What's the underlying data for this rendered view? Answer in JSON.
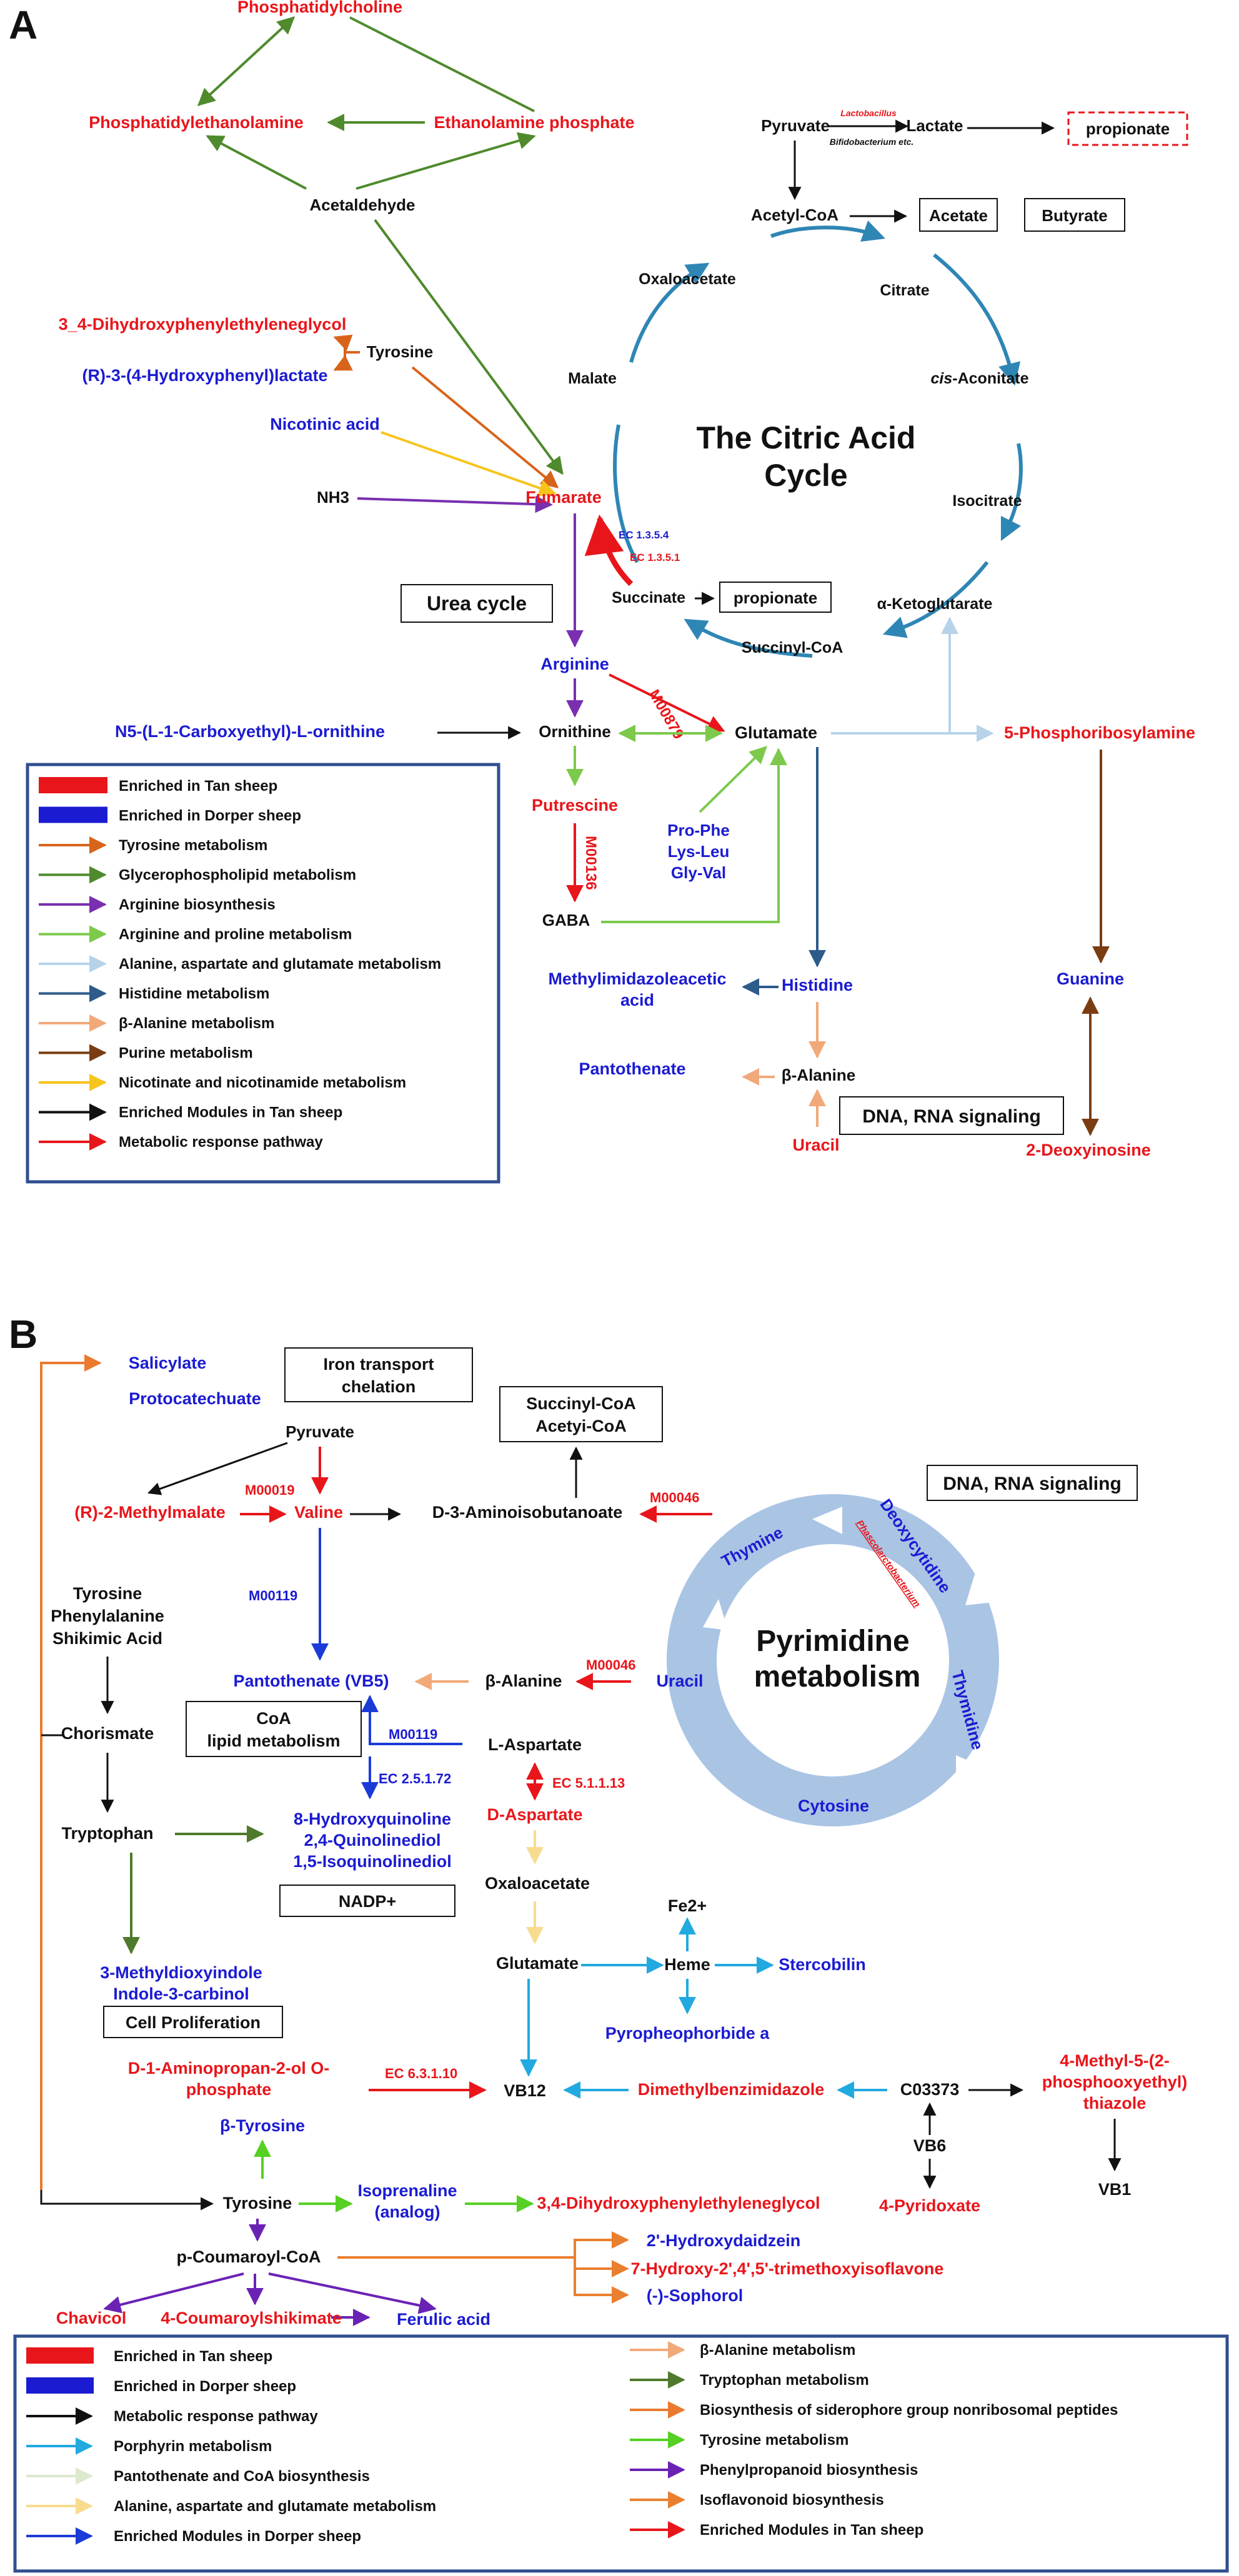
{
  "colors": {
    "red": "#e8161b",
    "blue": "#1b1bd2",
    "black": "#111111",
    "cycle_blue": "#2e86b5",
    "tyrosine": "#d8641b",
    "glycero": "#4f8a2d",
    "arginine_bio": "#7a2fb0",
    "arg_pro": "#7cc94c",
    "ala_asp_glu_a": "#b7d3ea",
    "histidine": "#2d5b8a",
    "b_alanine": "#f2a97a",
    "purine": "#7a3d12",
    "nicotinate": "#f7c41c",
    "porphyrin": "#22a9e0",
    "pantothenate": "#dde9cf",
    "ala_asp_glu_b": "#f7dc8f",
    "dorper_modules": "#1b3bd8",
    "tryptophan": "#4f7a2d",
    "siderophore": "#ea7a2f",
    "tyrosine_b": "#55d023",
    "phenylpropanoid": "#6a22b5",
    "isoflavonoid": "#ea7f2f",
    "legend_border": "#2f4f8f",
    "pyrimidine_ring": "#aac4e4"
  },
  "panel_a": {
    "label": "A",
    "metabolites": {
      "phosphatidylcholine": "Phosphatidylcholine",
      "phosphatidylethanolamine": "Phosphatidylethanolamine",
      "ethanolamine_phosphate": "Ethanolamine phosphate",
      "acetaldehyde": "Acetaldehyde",
      "dihydroxyphenylethyleneglycol": "3_4-Dihydroxyphenylethyleneglycol",
      "tyrosine": "Tyrosine",
      "hydroxyphenyl_lactate": "(R)-3-(4-Hydroxyphenyl)lactate",
      "nicotinic_acid": "Nicotinic acid",
      "nh3": "NH3",
      "fumarate": "Fumarate",
      "pyruvate": "Pyruvate",
      "lactate": "Lactate",
      "acetyl_coa": "Acetyl-CoA",
      "oxaloacetate": "Oxaloacetate",
      "citrate": "Citrate",
      "malate": "Malate",
      "cis_aconitate_italic": "cis",
      "cis_aconitate_rest": "-Aconitate",
      "isocitrate": "Isocitrate",
      "succinate": "Succinate",
      "alpha_ketoglutarate": "α-Ketoglutarate",
      "succinyl_coa": "Succinyl-CoA",
      "arginine": "Arginine",
      "ornithine": "Ornithine",
      "glutamate": "Glutamate",
      "phosphoribosylamine": "5-Phosphoribosylamine",
      "carboxyethyl_ornithine": "N5-(L-1-Carboxyethyl)-L-ornithine",
      "putrescine": "Putrescine",
      "gaba": "GABA",
      "methylimidazoleacetic_1": "Methylimidazoleacetic",
      "methylimidazoleacetic_2": "acid",
      "histidine": "Histidine",
      "guanine": "Guanine",
      "pantothenate": "Pantothenate",
      "beta_alanine": "β-Alanine",
      "uracil": "Uracil",
      "deoxyinosine": "2-Deoxyinosine",
      "dipeptides": [
        "Pro-Phe",
        "Lys-Leu",
        "Gly-Val"
      ]
    },
    "bacteria_1": "Lactobacillus",
    "bacteria_2": "Bifidobacterium etc.",
    "boxes": {
      "propionate_dashed": "propionate",
      "acetate": "Acetate",
      "butyrate": "Butyrate",
      "propionate": "propionate",
      "urea_cycle": "Urea cycle",
      "dna_rna": "DNA, RNA signaling"
    },
    "cycle_title_1": "The Citric Acid",
    "cycle_title_2": "Cycle",
    "ec_1": "EC 1.3.5.4",
    "ec_2": "EC 1.3.5.1",
    "module_m00879": "M00879",
    "module_m00136": "M00136",
    "legend": [
      {
        "label": "Enriched in Tan sheep",
        "kind": "bar",
        "color": "#e8161b"
      },
      {
        "label": "Enriched in Dorper sheep",
        "kind": "bar",
        "color": "#1b1bd2"
      },
      {
        "label": "Tyrosine metabolism",
        "kind": "arrow",
        "color": "#d8641b"
      },
      {
        "label": "Glycerophospholipid metabolism",
        "kind": "arrow",
        "color": "#4f8a2d"
      },
      {
        "label": "Arginine biosynthesis",
        "kind": "arrow",
        "color": "#7a2fb0"
      },
      {
        "label": "Arginine and proline metabolism",
        "kind": "arrow",
        "color": "#7cc94c"
      },
      {
        "label": "Alanine, aspartate and glutamate metabolism",
        "kind": "arrow",
        "color": "#b7d3ea"
      },
      {
        "label": "Histidine metabolism",
        "kind": "arrow",
        "color": "#2d5b8a"
      },
      {
        "label": "β-Alanine metabolism",
        "kind": "arrow",
        "color": "#f2a97a"
      },
      {
        "label": "Purine metabolism",
        "kind": "arrow",
        "color": "#7a3d12"
      },
      {
        "label": "Nicotinate and nicotinamide metabolism",
        "kind": "arrow",
        "color": "#f7c41c"
      },
      {
        "label": "Enriched Modules in Tan sheep",
        "kind": "arrow",
        "color": "#111111"
      },
      {
        "label": "Metabolic response pathway",
        "kind": "arrow",
        "color": "#e8161b"
      }
    ]
  },
  "panel_b": {
    "label": "B",
    "metabolites": {
      "salicylate": "Salicylate",
      "protocatechuate": "Protocatechuate",
      "pyruvate": "Pyruvate",
      "methylmalate": "(R)-2-Methylmalate",
      "valine": "Valine",
      "aminoisobutanoate": "D-3-Aminoisobutanoate",
      "tyr_phe_shik": [
        "Tyrosine",
        "Phenylalanine",
        "Shikimic Acid"
      ],
      "chorismate": "Chorismate",
      "pantothenate_vb5": "Pantothenate (VB5)",
      "beta_alanine": "β-Alanine",
      "uracil": "Uracil",
      "l_aspartate": "L-Aspartate",
      "d_aspartate": "D-Aspartate",
      "tryptophan": "Tryptophan",
      "quinolines": [
        "8-Hydroxyquinoline",
        "2,4-Quinolinediol",
        "1,5-Isoquinolinediol"
      ],
      "oxaloacetate": "Oxaloacetate",
      "fe2": "Fe2+",
      "methyldioxyindole": "3-Methyldioxyindole",
      "indole_carbinol": "Indole-3-carbinol",
      "glutamate": "Glutamate",
      "heme": "Heme",
      "stercobilin": "Stercobilin",
      "pyropheophorbide": "Pyropheophorbide a",
      "aminopropanol_1": "D-1-Aminopropan-2-ol O-",
      "aminopropanol_2": "phosphate",
      "vb12": "VB12",
      "dimethylbenzimidazole": "Dimethylbenzimidazole",
      "c03373": "C03373",
      "thiazole": [
        "4-Methyl-5-(2-",
        "phosphooxyethyl)",
        "thiazole"
      ],
      "beta_tyrosine": "β-Tyrosine",
      "vb6": "VB6",
      "vb1": "VB1",
      "tyrosine": "Tyrosine",
      "isoprenaline_1": "Isoprenaline",
      "isoprenaline_2": "(analog)",
      "dihydroxyphenylethyleneglycol": "3,4-Dihydroxyphenylethyleneglycol",
      "pyridoxate": "4-Pyridoxate",
      "coumaroyl_coa": "p-Coumaroyl-CoA",
      "hydroxydaidzein": "2'-Hydroxydaidzein",
      "trimethoxyisoflavone": "7-Hydroxy-2',4',5'-trimethoxyisoflavone",
      "sophorol": "(-)-Sophorol",
      "chavicol": "Chavicol",
      "coumaroylshikimate": "4-Coumaroylshikimate",
      "ferulic_acid": "Ferulic acid"
    },
    "boxes": {
      "iron_transport": [
        "Iron transport",
        "chelation"
      ],
      "succinyl_acetyl": [
        "Succinyl-CoA",
        "Acetyi-CoA"
      ],
      "dna_rna": "DNA, RNA signaling",
      "coa_lipid": [
        "CoA",
        "lipid metabolism"
      ],
      "nadp": "NADP+",
      "cell_proliferation": "Cell Proliferation"
    },
    "pyrimidine": {
      "title_1": "Pyrimidine",
      "title_2": "metabolism",
      "thymine": "Thymine",
      "deoxycytidine": "Deoxycytidine",
      "phascolarctobacterium": "Phascolarctobacterium",
      "thymidine": "Thymidine",
      "cytosine": "Cytosine",
      "uracil": "Uracil"
    },
    "modules": {
      "m00019": "M00019",
      "m00046_a": "M00046",
      "m00046_b": "M00046",
      "m00119_a": "M00119",
      "m00119_b": "M00119"
    },
    "ec": {
      "ec_2_5_1_72": "EC 2.5.1.72",
      "ec_5_1_1_13": "EC 5.1.1.13",
      "ec_6_3_1_10": "EC 6.3.1.10"
    },
    "legend_left": [
      {
        "label": "Enriched in Tan sheep",
        "kind": "bar",
        "color": "#e8161b"
      },
      {
        "label": "Enriched in Dorper sheep",
        "kind": "bar",
        "color": "#1b1bd2"
      },
      {
        "label": "Metabolic response pathway",
        "kind": "arrow",
        "color": "#111111"
      },
      {
        "label": "Porphyrin metabolism",
        "kind": "arrow",
        "color": "#22a9e0"
      },
      {
        "label": "Pantothenate and CoA biosynthesis",
        "kind": "arrow",
        "color": "#dde9cf"
      },
      {
        "label": "Alanine, aspartate and glutamate metabolism",
        "kind": "arrow",
        "color": "#f7dc8f"
      },
      {
        "label": "Enriched Modules in Dorper sheep",
        "kind": "arrow",
        "color": "#1b3bd8"
      }
    ],
    "legend_right": [
      {
        "label": "β-Alanine metabolism",
        "kind": "arrow",
        "color": "#f2a97a"
      },
      {
        "label": "Tryptophan metabolism",
        "kind": "arrow",
        "color": "#4f7a2d"
      },
      {
        "label": "Biosynthesis of siderophore group nonribosomal peptides",
        "kind": "arrow",
        "color": "#ea7a2f"
      },
      {
        "label": "Tyrosine metabolism",
        "kind": "arrow",
        "color": "#55d023"
      },
      {
        "label": "Phenylpropanoid biosynthesis",
        "kind": "arrow",
        "color": "#6a22b5"
      },
      {
        "label": "Isoflavonoid biosynthesis",
        "kind": "arrow",
        "color": "#ea7f2f"
      },
      {
        "label": "Enriched Modules in Tan sheep",
        "kind": "arrow",
        "color": "#e8161b"
      }
    ]
  }
}
